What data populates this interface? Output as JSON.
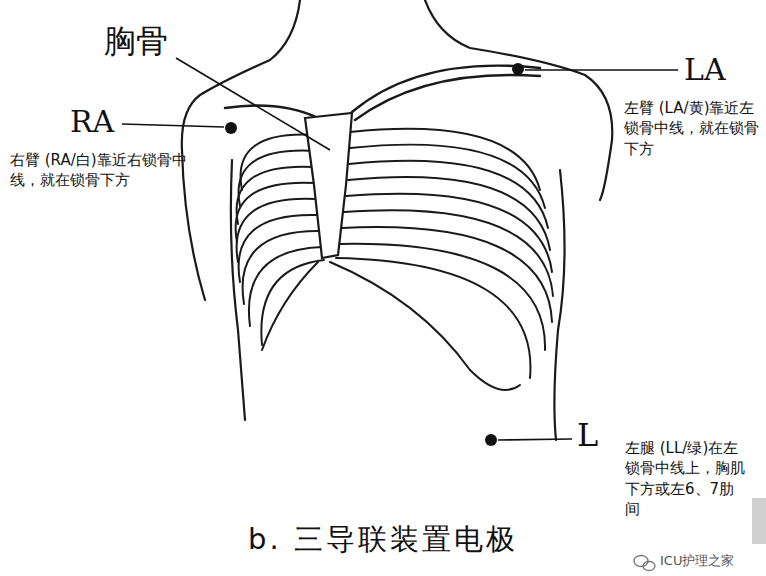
{
  "diagram": {
    "title": "b. 三导联装置电极",
    "labels": [
      "胸骨",
      "RA",
      "LA",
      "L",
      "右臂 (RA/白)靠近右锁骨中线，就在锁骨下方",
      "左臂 (LA/黄)靠近左锁骨中线，就在锁骨下方",
      "左腿 (LL/绿)在左锁骨中线上，胸肌下方或左6、7肋间",
      "ICU护理之家"
    ]
  }
}
